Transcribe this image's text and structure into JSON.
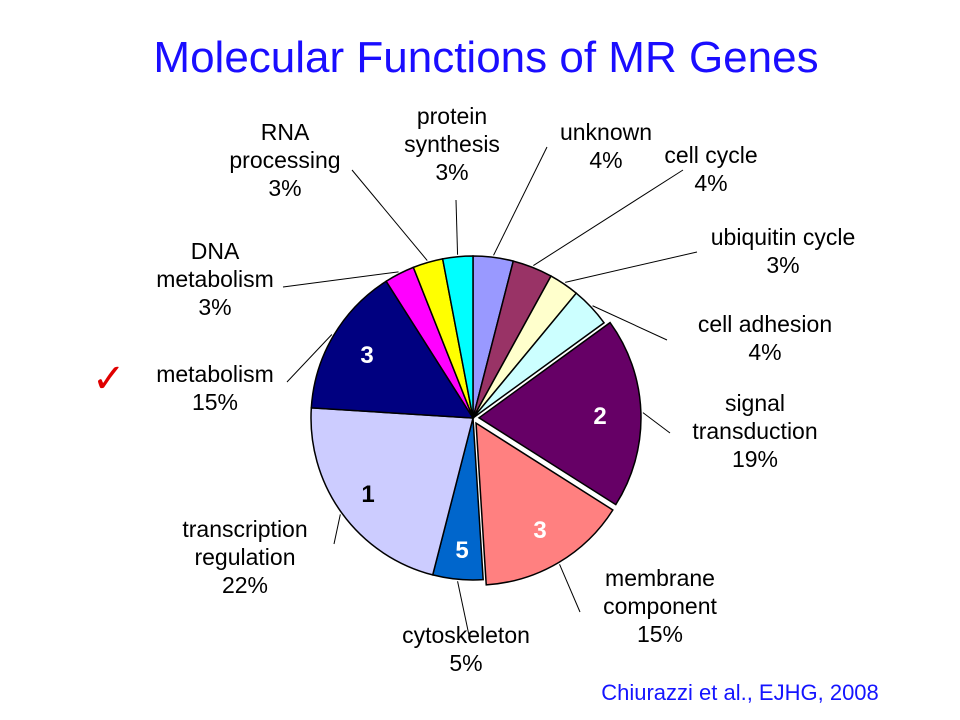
{
  "title": "Molecular Functions of MR Genes",
  "citation": "Chiurazzi et al., EJHG, 2008",
  "check_icon": "checkmark-icon",
  "check_color": "#e00000",
  "chart_data": {
    "type": "pie",
    "title": "Molecular Functions of MR Genes",
    "start": "12 o'clock",
    "direction": "clockwise",
    "slices": [
      {
        "name": "unknown",
        "value": 4,
        "label": [
          "unknown",
          "4%"
        ],
        "color": "#9999ff",
        "rank": ""
      },
      {
        "name": "cell cycle",
        "value": 4,
        "label": [
          "cell cycle",
          "4%"
        ],
        "color": "#993366",
        "rank": ""
      },
      {
        "name": "ubiquitin cycle",
        "value": 3,
        "label": [
          "ubiquitin cycle",
          "3%"
        ],
        "color": "#ffffcc",
        "rank": ""
      },
      {
        "name": "cell adhesion",
        "value": 4,
        "label": [
          "cell adhesion",
          "4%"
        ],
        "color": "#ccffff",
        "rank": ""
      },
      {
        "name": "signal transduction",
        "value": 19,
        "label": [
          "signal",
          "transduction",
          "19%"
        ],
        "color": "#660066",
        "rank": "2",
        "rank_color": "#ffffff"
      },
      {
        "name": "membrane component",
        "value": 15,
        "label": [
          "membrane",
          "component",
          "15%"
        ],
        "color": "#ff8080",
        "rank": "3",
        "rank_color": "#ffffff"
      },
      {
        "name": "cytoskeleton",
        "value": 5,
        "label": [
          "cytoskeleton",
          "5%"
        ],
        "color": "#0066cc",
        "rank": "5",
        "rank_color": "#ffffff"
      },
      {
        "name": "transcription regulation",
        "value": 22,
        "label": [
          "transcription",
          "regulation",
          "22%"
        ],
        "color": "#ccccff",
        "rank": "1",
        "rank_color": "#000000"
      },
      {
        "name": "metabolism",
        "value": 15,
        "label": [
          "metabolism",
          "15%"
        ],
        "color": "#000080",
        "rank": "3",
        "rank_color": "#ffffff"
      },
      {
        "name": "DNA metabolism",
        "value": 3,
        "label": [
          "DNA",
          "metabolism",
          "3%"
        ],
        "color": "#ff00ff",
        "rank": ""
      },
      {
        "name": "RNA processing",
        "value": 3,
        "label": [
          "RNA",
          "processing",
          "3%"
        ],
        "color": "#ffff00",
        "rank": ""
      },
      {
        "name": "protein synthesis",
        "value": 3,
        "label": [
          "protein",
          "synthesis",
          "3%"
        ],
        "color": "#00ffff",
        "rank": ""
      }
    ]
  }
}
